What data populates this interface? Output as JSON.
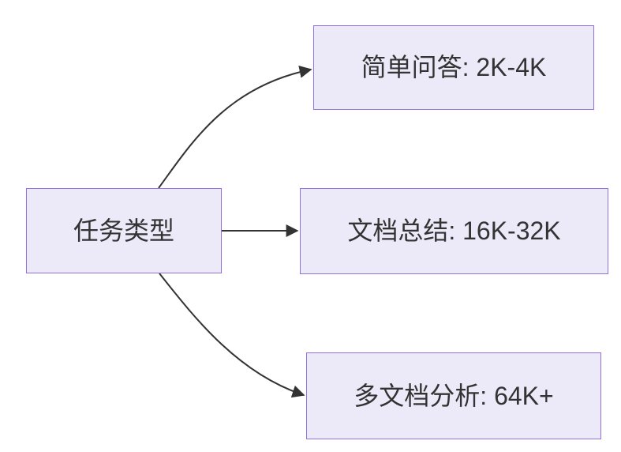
{
  "diagram": {
    "type": "flowchart-left-to-right",
    "colors": {
      "background": "#FFFFFF",
      "node_fill": "#ECEAF9",
      "node_border": "#9370DB",
      "edge_color": "#333333",
      "text_color": "#333333"
    },
    "root": {
      "label": "任务类型"
    },
    "branches": [
      {
        "label": "简单问答: 2K-4K"
      },
      {
        "label": "文档总结: 16K-32K"
      },
      {
        "label": "多文档分析: 64K+"
      }
    ],
    "edges": [
      {
        "from": "任务类型",
        "to": "简单问答: 2K-4K"
      },
      {
        "from": "任务类型",
        "to": "文档总结: 16K-32K"
      },
      {
        "from": "任务类型",
        "to": "多文档分析: 64K+"
      }
    ]
  }
}
